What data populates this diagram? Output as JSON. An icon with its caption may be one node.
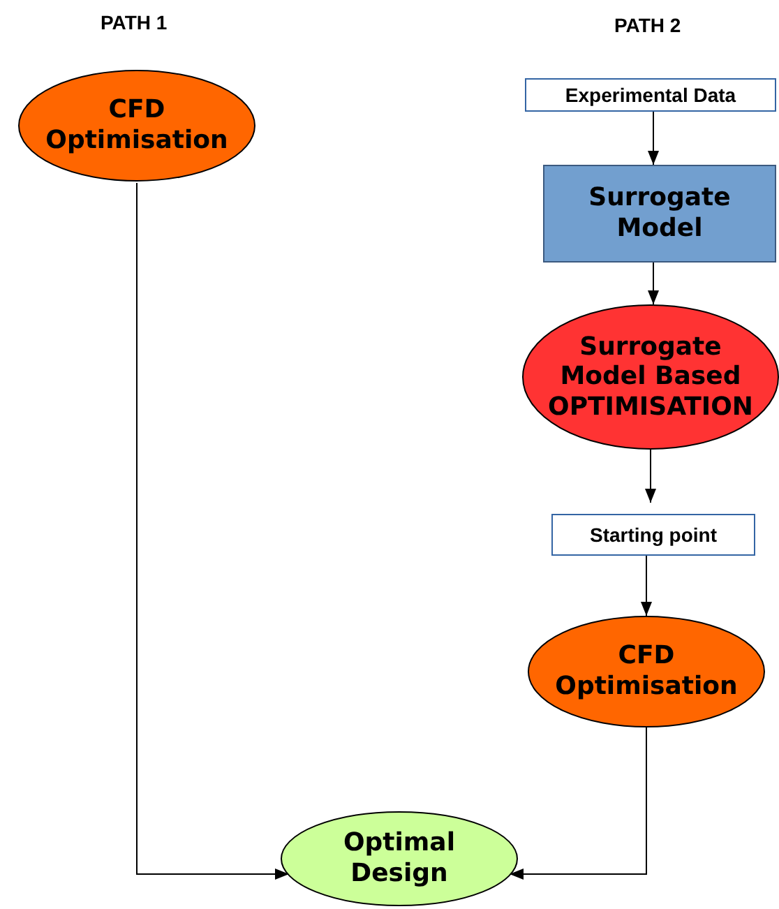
{
  "diagram": {
    "nodes": [
      {
        "text": [
          "CFD Optimisation"
        ]
      },
      {
        "text": [
          "Experimental Data"
        ]
      },
      {
        "text": [
          "Surrogate Model"
        ]
      },
      {
        "text": [
          "Surrogate Model Based OPTIMISATION"
        ]
      },
      {
        "text": [
          "Starting point"
        ]
      },
      {
        "text": [
          "CFD Optimisation"
        ]
      },
      {
        "text": [
          "Optimal Design"
        ]
      }
    ],
    "edges": [
      {
        "from": 1,
        "to": 2,
        "arrow": "to"
      },
      {
        "from": 2,
        "to": 3,
        "arrow": "to"
      },
      {
        "from": 3,
        "to": 4,
        "arrow": "to"
      },
      {
        "from": 4,
        "to": 5,
        "arrow": "to"
      },
      {
        "from": 0,
        "to": 6,
        "arrow": "to"
      },
      {
        "from": 5,
        "to": 6,
        "arrow": "to"
      }
    ],
    "labels": [
      "PATH 1",
      "PATH 2"
    ]
  }
}
